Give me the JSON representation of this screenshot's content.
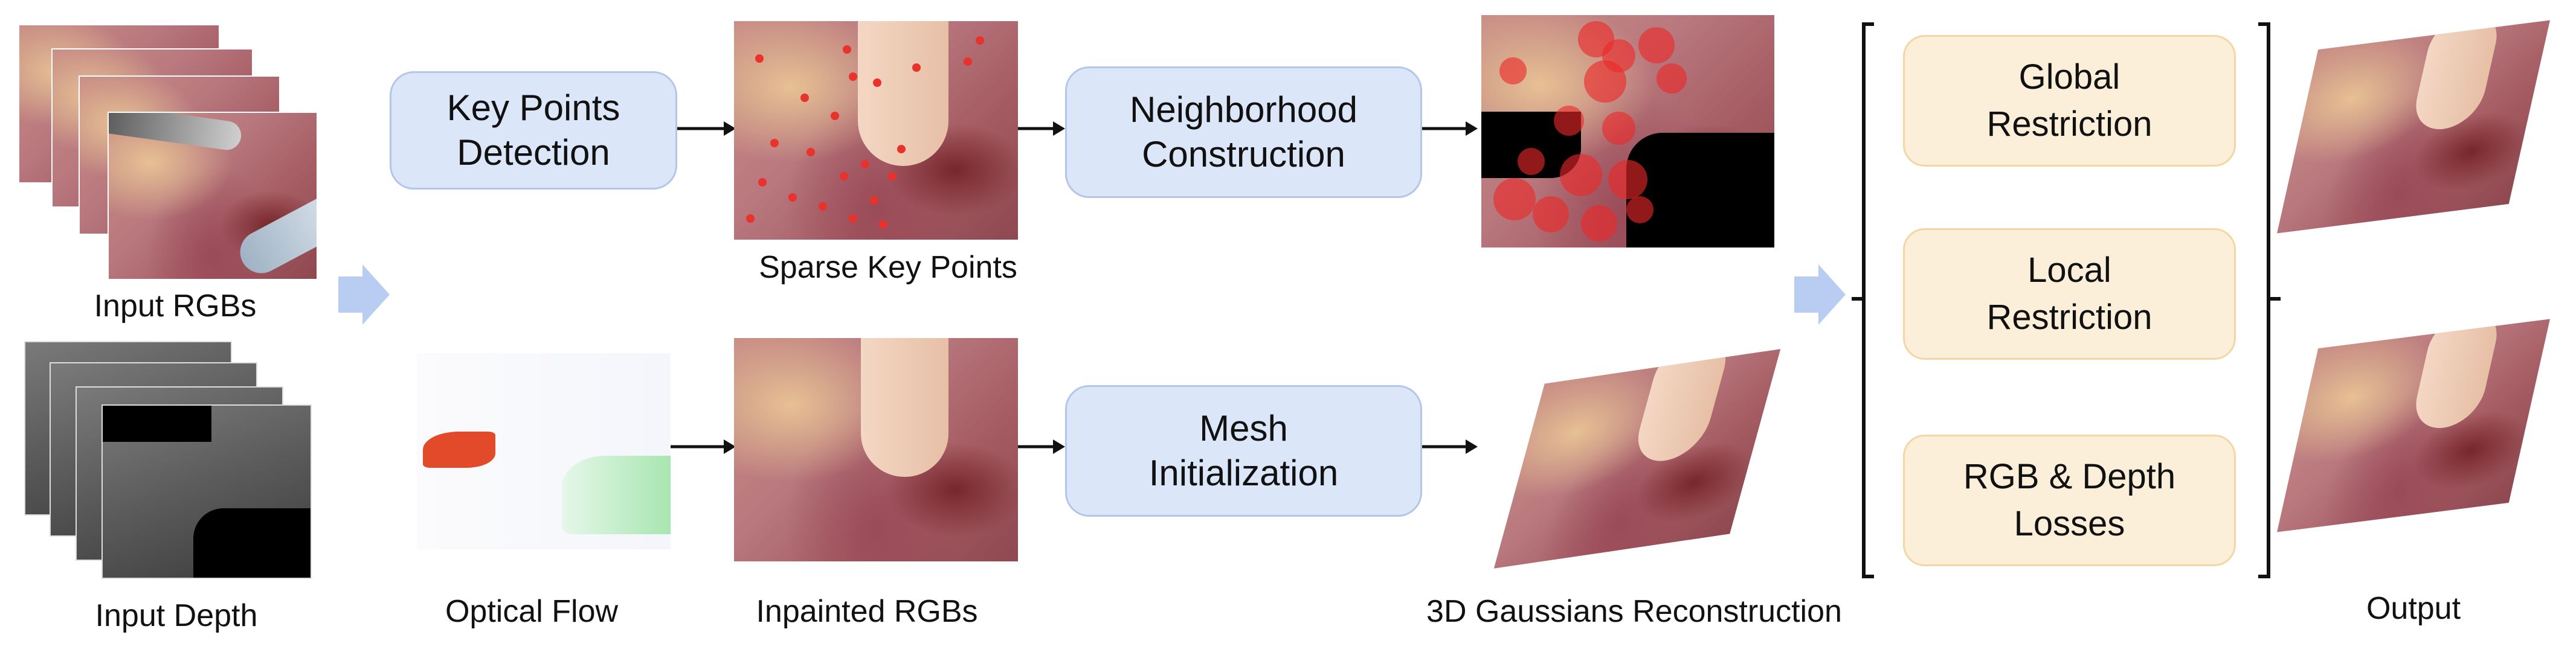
{
  "inputs": {
    "rgb_label": "Input RGBs",
    "depth_label": "Input Depth"
  },
  "top_row": {
    "keypoints_box": "Key Points Detection",
    "keypoints_box_line1": "Key Points",
    "keypoints_box_line2": "Detection",
    "sparse_label": "Sparse Key Points",
    "neighborhood_line1": "Neighborhood",
    "neighborhood_line2": "Construction"
  },
  "bottom_row": {
    "flow_label": "Optical Flow",
    "inpainted_label": "Inpainted RGBs",
    "mesh_line1": "Mesh",
    "mesh_line2": "Initialization",
    "recon_label": "3D Gaussians Reconstruction"
  },
  "losses": {
    "global_line1": "Global",
    "global_line2": "Restriction",
    "local_line1": "Local",
    "local_line2": "Restriction",
    "rgbd_line1": "RGB & Depth",
    "rgbd_line2": "Losses"
  },
  "output_label": "Output",
  "colors": {
    "process_box_fill": "#dbe6f9",
    "process_box_border": "#b3c6ea",
    "loss_box_fill": "#fcefd9",
    "loss_box_border": "#f2d7a5",
    "keypoint_color": "#e8322b",
    "flow_arrow_color": "#b9cdf3"
  }
}
